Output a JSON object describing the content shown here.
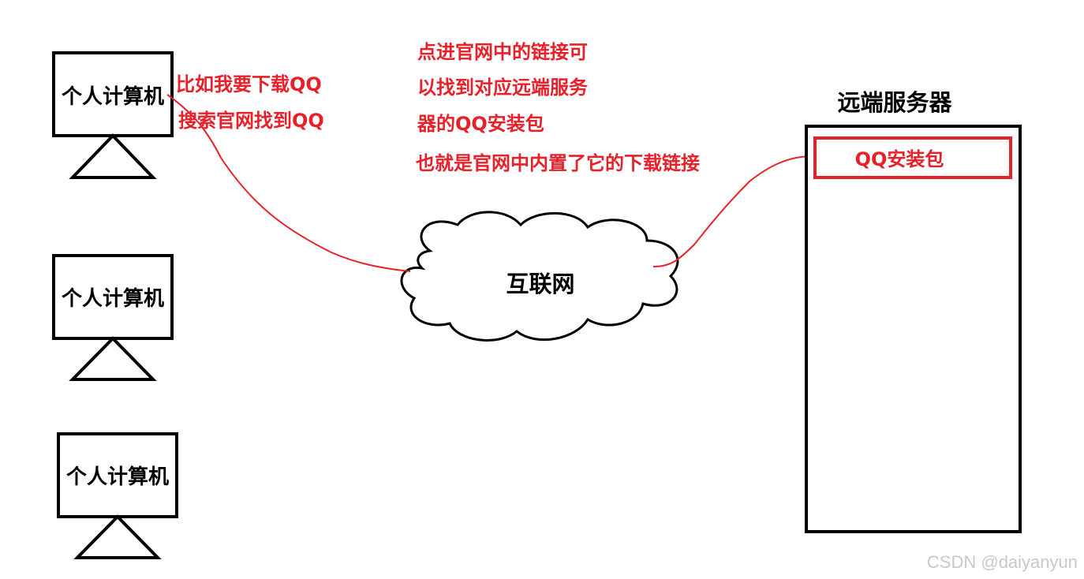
{
  "computers": [
    {
      "label": "个人计算机"
    },
    {
      "label": "个人计算机"
    },
    {
      "label": "个人计算机"
    }
  ],
  "annotation_left": [
    "比如我要下载QQ",
    "搜索官网找到QQ"
  ],
  "annotation_middle": [
    "点进官网中的链接可",
    "以找到对应远端服务",
    "器的QQ安装包",
    "也就是官网中内置了它的下载链接"
  ],
  "cloud_label": "互联网",
  "server": {
    "title": "远端服务器",
    "package_label": "QQ安装包"
  },
  "watermark": "CSDN @daiyanyun",
  "colors": {
    "annotation": "#e8202a",
    "outline": "#000000"
  }
}
